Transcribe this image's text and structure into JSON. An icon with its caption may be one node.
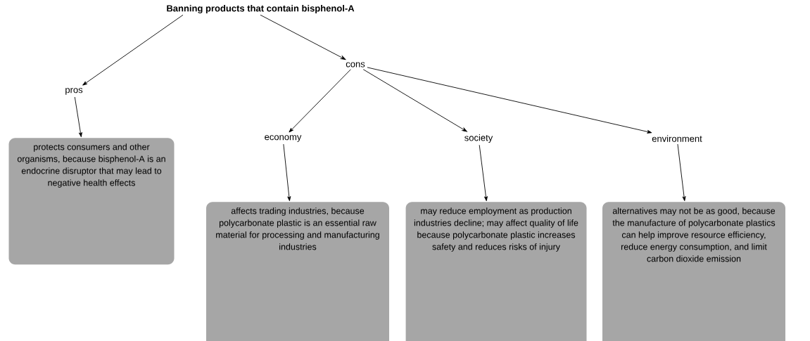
{
  "diagram": {
    "nodes": [
      {
        "text": [
          "Banning products that contain bisphenol-A"
        ]
      },
      {
        "text": [
          "pros"
        ]
      },
      {
        "text": [
          "cons"
        ]
      },
      {
        "text": [
          "protects consumers and other organisms, because bisphenol-A is an endocrine disruptor that may lead to negative health effects"
        ]
      },
      {
        "text": [
          "economy"
        ]
      },
      {
        "text": [
          "society"
        ]
      },
      {
        "text": [
          "environment"
        ]
      },
      {
        "text": [
          "affects trading industries, because polycarbonate plastic is an essential raw material for processing and manufacturing industries"
        ]
      },
      {
        "text": [
          "may reduce employment as production industries decline; may affect quality of life because polycarbonate plastic increases safety and reduces risks of injury"
        ]
      },
      {
        "text": [
          "alternatives may not be as good, because the manufacture of polycarbonate plastics can help improve resource efficiency, reduce energy consumption, and limit carbon dioxide emission"
        ]
      }
    ],
    "edges": [
      {
        "from": 0,
        "to": 1,
        "arrow": "to"
      },
      {
        "from": 0,
        "to": 2,
        "arrow": "to"
      },
      {
        "from": 1,
        "to": 3,
        "arrow": "to"
      },
      {
        "from": 2,
        "to": 4,
        "arrow": "to"
      },
      {
        "from": 2,
        "to": 5,
        "arrow": "to"
      },
      {
        "from": 2,
        "to": 6,
        "arrow": "to"
      },
      {
        "from": 4,
        "to": 7,
        "arrow": "to"
      },
      {
        "from": 5,
        "to": 8,
        "arrow": "to"
      },
      {
        "from": 6,
        "to": 9,
        "arrow": "to"
      }
    ]
  }
}
